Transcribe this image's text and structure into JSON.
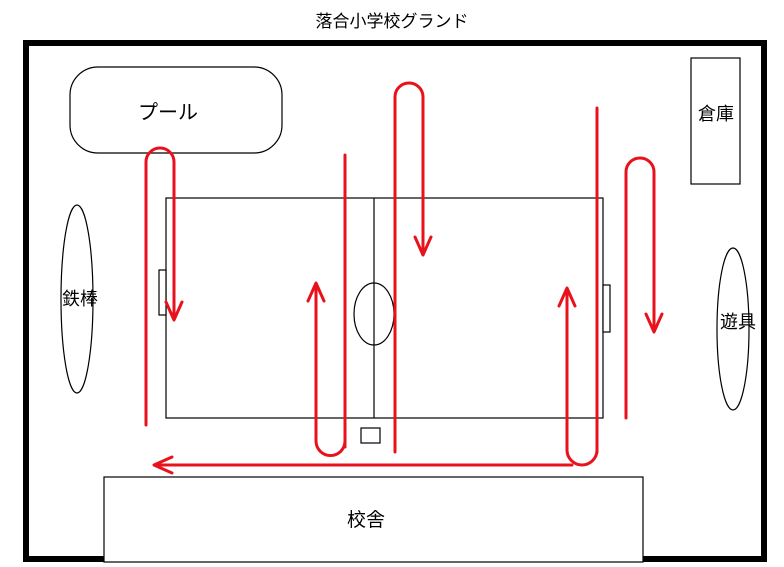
{
  "title": "落合小学校グランド",
  "labels": {
    "pool": "プール",
    "storage": "倉庫",
    "bars": "鉄棒",
    "playground": "遊具",
    "school": "校舎"
  },
  "colors": {
    "route": "#e8121c",
    "outline": "#000000",
    "background": "#ffffff"
  }
}
